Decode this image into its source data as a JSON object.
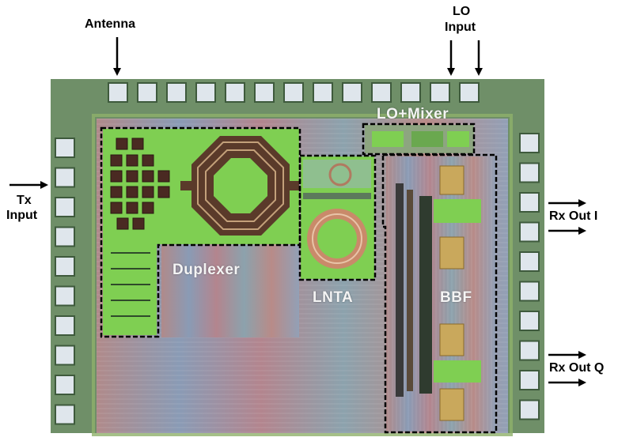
{
  "external_labels": {
    "antenna": "Antenna",
    "lo_input_line1": "LO",
    "lo_input_line2": "Input",
    "tx_input_line1": "Tx",
    "tx_input_line2": "Input",
    "rx_out_i": "Rx Out I",
    "rx_out_q": "Rx Out Q"
  },
  "blocks": {
    "lo_mixer": "LO+Mixer",
    "duplexer": "Duplexer",
    "lnta": "LNTA",
    "bbf": "BBF"
  },
  "colors": {
    "die_base": "#6f8f68",
    "pad_fill": "#dfe6ec",
    "pad_frame": "#3e5a3c",
    "metal_green": "#6fd24a",
    "inductor_brown": "#5a3a2a",
    "block_outline": "#000000",
    "label_white": "#f4f4f4"
  }
}
